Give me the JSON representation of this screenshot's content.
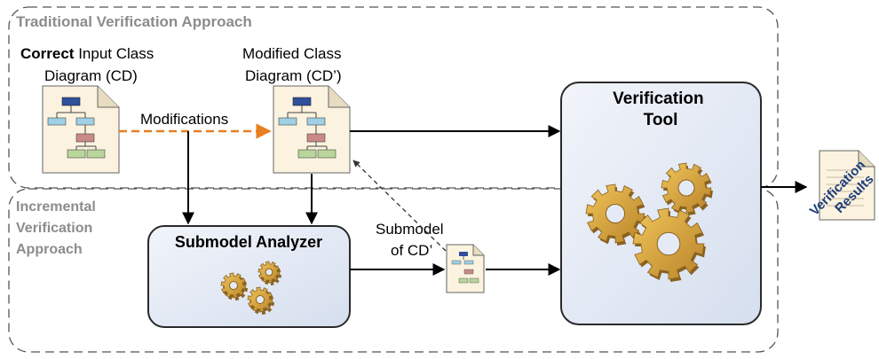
{
  "traditional": {
    "title": "Traditional Verification Approach"
  },
  "incremental": {
    "title": [
      "Incremental",
      "Verification",
      "Approach"
    ]
  },
  "input_doc": {
    "bold": "Correct",
    "rest": " Input Class",
    "line2": "Diagram (CD)"
  },
  "modified_doc": {
    "line1": "Modified Class",
    "line2": "Diagram (CD’)"
  },
  "modifications_label": "Modifications",
  "submodel_analyzer": {
    "label": "Submodel Analyzer"
  },
  "submodel_label": [
    "Submodel",
    "of CD’"
  ],
  "verification_tool": {
    "label": [
      "Verification",
      "Tool"
    ]
  },
  "result_doc": {
    "label": [
      "Verification",
      "Results"
    ]
  },
  "colors": {
    "box_fill": "#e4ebf6",
    "box_stroke": "#2a2a2a",
    "gear": "#d4a23a",
    "gear_dark": "#8a6220",
    "mod_arrow": "#e67e22",
    "doc_fill": "#fbf3df",
    "result_text": "#1f3f7a"
  }
}
